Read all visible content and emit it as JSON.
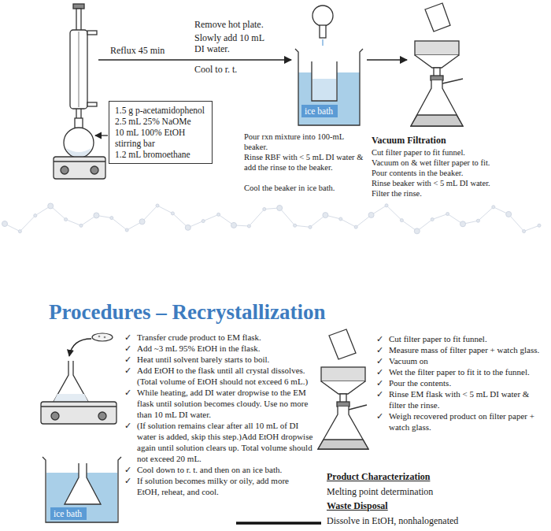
{
  "diagram": {
    "title": "Procedures – Recrystallization",
    "nodes": [
      {
        "text": [
          "1.5 g p-acetamidophenol",
          "2.5 mL 25% NaOMe",
          "10 mL 100% EtOH",
          "stirring bar",
          "1.2 mL bromoethane"
        ]
      },
      {
        "text": [
          "ice bath"
        ]
      },
      {
        "text": [
          "ice bath"
        ]
      }
    ],
    "labels": [
      "Reflux 45 min",
      "Remove hot plate.",
      "Slowly add 10 mL DI water.",
      "Cool to r. t.",
      "Pour rxn mixture into 100-mL beaker.",
      "Rinse RBF with < 5 mL DI water & add the rinse to the beaker.",
      "Cool the beaker in ice bath.",
      "Vacuum Filtration",
      "Cut filter paper to fit funnel.",
      "Vacuum on & wet filter paper to fit.",
      "Pour contents in the beaker.",
      "Rinse beaker with < 5 mL DI water.",
      "Filter the rinse.",
      "✓",
      "Transfer crude product to EM flask.",
      "✓",
      "Add ~3 mL 95% EtOH in the flask.",
      "✓",
      "Heat until solvent barely starts to boil.",
      "✓",
      "Add EtOH to the flask until all crystal dissolves. (Total volume of EtOH should not exceed 6 mL.)",
      "✓",
      "While heating, add DI water dropwise to the EM flask until solution becomes cloudy. Use no more than 10 mL DI water.",
      "✓",
      "(If solution remains clear after all 10 mL of DI water is added, skip this step.)Add EtOH dropwise again until solution clears up. Total volume should not exceed 20 mL.",
      "✓",
      "Cool down to r. t. and then on an ice bath.",
      "✓",
      "If solution becomes milky or oily, add more EtOH, reheat, and cool.",
      "✓",
      "Cut filter paper to fit funnel.",
      "✓",
      "Measure mass of filter paper + watch glass.",
      "✓",
      "Vacuum on",
      "✓",
      "Wet the filter paper to fit it to the funnel.",
      "✓",
      "Pour the contents.",
      "✓",
      "Rinse EM flask with < 5 mL DI water & filter the rinse.",
      "✓",
      "Weigh recovered product on filter paper + watch glass.",
      "Product Characterization",
      "Melting point determination",
      "Waste Disposal",
      "Dissolve in EtOH, nonhalogenated"
    ]
  }
}
